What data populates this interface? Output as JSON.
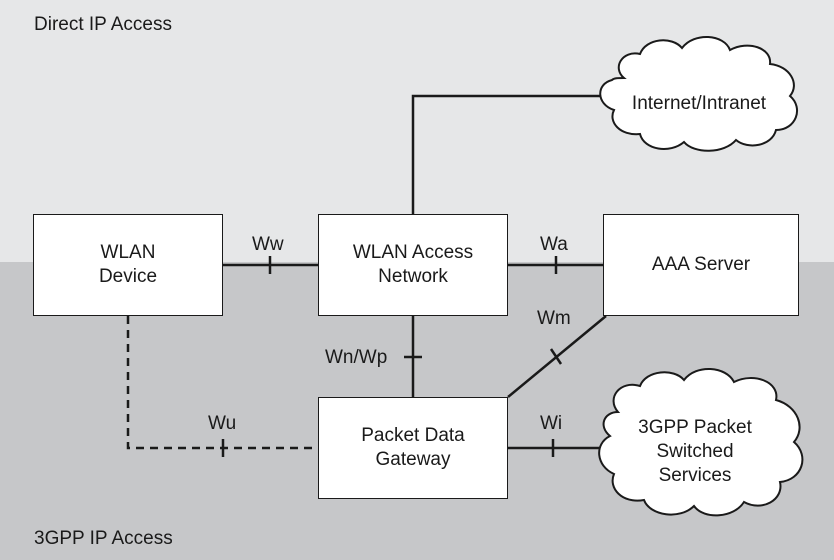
{
  "regions": {
    "top_label": "Direct IP Access",
    "bottom_label": "3GPP IP Access",
    "top_color": "#e6e7e8",
    "bottom_color": "#c6c7c9"
  },
  "nodes": {
    "wlan_device": [
      "WLAN",
      "Device"
    ],
    "wlan_access_network": [
      "WLAN Access",
      "Network"
    ],
    "aaa_server": [
      "AAA Server"
    ],
    "packet_data_gateway": [
      "Packet Data",
      "Gateway"
    ],
    "internet_cloud": [
      "Internet/Intranet"
    ],
    "gpp_services_cloud": [
      "3GPP Packet",
      "Switched",
      "Services"
    ]
  },
  "interfaces": {
    "ww": "Ww",
    "wa": "Wa",
    "wm": "Wm",
    "wn_wp": "Wn/Wp",
    "wu": "Wu",
    "wi": "Wi"
  },
  "links": [
    {
      "from": "wlan_device",
      "to": "wlan_access_network",
      "interface": "ww",
      "style": "solid"
    },
    {
      "from": "wlan_access_network",
      "to": "aaa_server",
      "interface": "wa",
      "style": "solid"
    },
    {
      "from": "wlan_access_network",
      "to": "internet_cloud",
      "style": "solid"
    },
    {
      "from": "wlan_access_network",
      "to": "packet_data_gateway",
      "interface": "wn_wp",
      "style": "solid"
    },
    {
      "from": "aaa_server",
      "to": "packet_data_gateway",
      "interface": "wm",
      "style": "solid"
    },
    {
      "from": "wlan_device",
      "to": "packet_data_gateway",
      "interface": "wu",
      "style": "dashed"
    },
    {
      "from": "packet_data_gateway",
      "to": "gpp_services_cloud",
      "interface": "wi",
      "style": "solid"
    }
  ],
  "line_color": "#1a1a1a"
}
